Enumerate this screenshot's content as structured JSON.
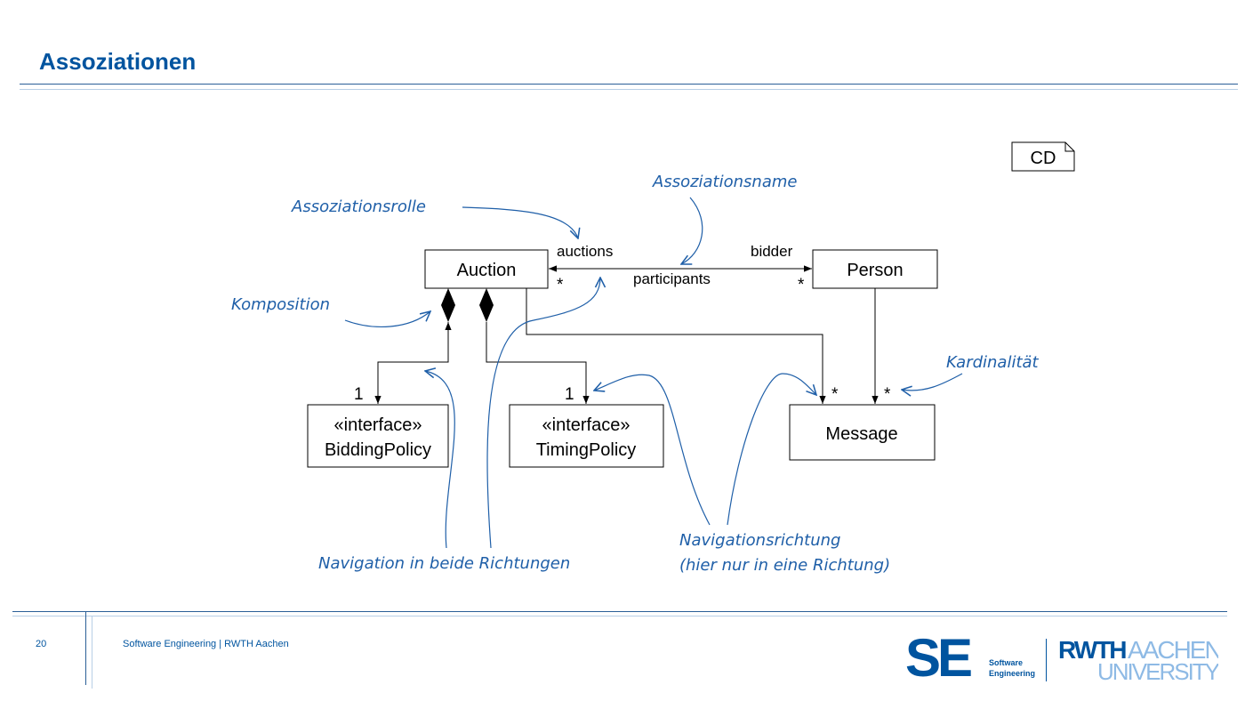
{
  "slide": {
    "title": "Assoziationen",
    "page_number": "20",
    "footer_text": "Software Engineering  |  RWTH Aachen"
  },
  "diagram": {
    "tag": "CD",
    "classes": {
      "auction": "Auction",
      "person": "Person",
      "message": "Message",
      "bidding_policy": {
        "stereotype": "«interface»",
        "name": "BiddingPolicy"
      },
      "timing_policy": {
        "stereotype": "«interface»",
        "name": "TimingPolicy"
      }
    },
    "association": {
      "name": "participants",
      "role_left": "auctions",
      "role_right": "bidder",
      "mult_left": "*",
      "mult_right": "*"
    },
    "multiplicities": {
      "bidding_policy": "1",
      "timing_policy": "1",
      "message_from_auction": "*",
      "message_from_person": "*"
    },
    "annotations": {
      "assoziationsrolle": "Assoziationsrolle",
      "assoziationsname": "Assoziationsname",
      "komposition": "Komposition",
      "kardinalitaet": "Kardinalität",
      "navigation_beide": "Navigation in beide Richtungen",
      "navigationsrichtung_line1": "Navigationsrichtung",
      "navigationsrichtung_line2": "(hier nur in eine Richtung)"
    }
  },
  "logos": {
    "se_mark": "SE",
    "se_line1": "Software",
    "se_line2": "Engineering",
    "rwth_mark": "RWTH",
    "rwth_aachen": "AACHEN",
    "rwth_university": "UNIVERSITY"
  },
  "colors": {
    "brand_blue": "#00549f",
    "annotation_blue": "#1f5fa8",
    "light_blue": "#8ebae5"
  }
}
